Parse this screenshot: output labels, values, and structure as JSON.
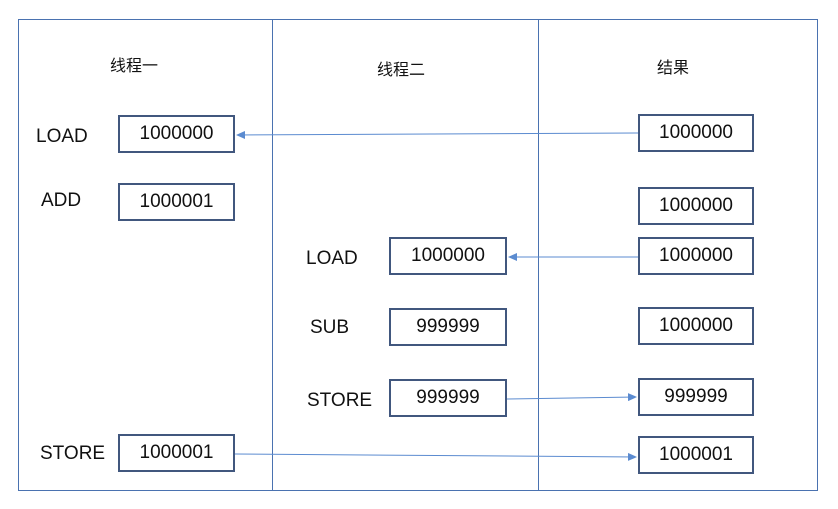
{
  "columns": {
    "thread1": "线程一",
    "thread2": "线程二",
    "result": "结果"
  },
  "thread1": {
    "load_label": "LOAD",
    "load_value": "1000000",
    "add_label": "ADD",
    "add_value": "1000001",
    "store_label": "STORE",
    "store_value": "1000001"
  },
  "thread2": {
    "load_label": "LOAD",
    "load_value": "1000000",
    "sub_label": "SUB",
    "sub_value": "999999",
    "store_label": "STORE",
    "store_value": "999999"
  },
  "result": {
    "values": [
      "1000000",
      "1000000",
      "1000000",
      "1000000",
      "999999",
      "1000001"
    ]
  },
  "colors": {
    "border": "#4a72b0",
    "box_border": "#41577e",
    "arrow": "#5b8bd0"
  }
}
